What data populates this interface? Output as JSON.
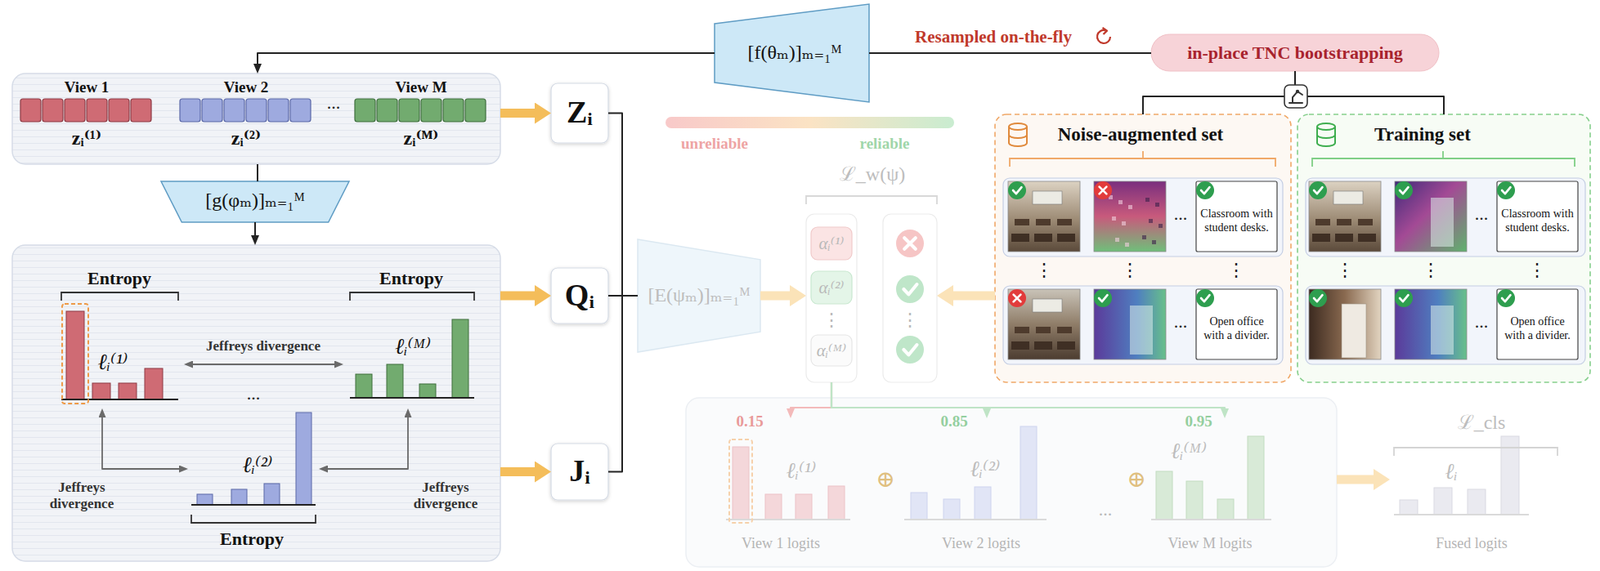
{
  "diagram": {
    "nodes": [
      {
        "text": [
          "..."
        ]
      },
      {
        "text": [
          "View 1",
          "zᵢ⁽¹⁾"
        ],
        "in": 0
      },
      {
        "text": [
          "View 2",
          "zᵢ⁽²⁾"
        ],
        "in": 0
      },
      {
        "text": [
          "View M",
          "zᵢ⁽ᴹ⁾"
        ],
        "in": 0
      },
      {
        "text": [
          "[f(θₘ)]ₘ₌₁ᴹ"
        ]
      },
      {
        "text": [
          "in-place TNC bootstrapping"
        ]
      },
      {
        "text": [
          "[g(φₘ)]ₘ₌₁ᴹ"
        ]
      },
      {
        "text": [
          "..."
        ]
      },
      {
        "text": [
          "Entropy",
          "ℓᵢ⁽¹⁾"
        ],
        "in": 7
      },
      {
        "text": [
          "ℓᵢ⁽²⁾",
          "Entropy"
        ],
        "in": 7
      },
      {
        "text": [
          "Entropy",
          "ℓᵢ⁽ᴹ⁾"
        ],
        "in": 7
      },
      {
        "text": [
          "Zᵢ"
        ]
      },
      {
        "text": [
          "Qᵢ"
        ]
      },
      {
        "text": [
          "Jᵢ"
        ]
      },
      {
        "text": [
          "[E(ψₘ)]ₘ₌₁ᴹ"
        ]
      },
      {
        "text": [
          "⋮"
        ]
      },
      {
        "text": [
          "αᵢ⁽¹⁾"
        ],
        "in": 15
      },
      {
        "text": [
          "αᵢ⁽²⁾"
        ],
        "in": 15
      },
      {
        "text": [
          "αᵢ⁽ᴹ⁾"
        ],
        "in": 15
      },
      {
        "text": [
          "⋮"
        ]
      },
      {
        "text": [
          "Noise-augmented set"
        ]
      },
      {
        "text": [
          "..."
        ],
        "in": 20
      },
      {
        "text": [
          "Classroom with student desks."
        ],
        "in": 21
      },
      {
        "text": [
          "..."
        ],
        "in": 20
      },
      {
        "text": [
          "Open office with a divider."
        ],
        "in": 23
      },
      {
        "text": [
          "Training set"
        ]
      },
      {
        "text": [
          "..."
        ],
        "in": 25
      },
      {
        "text": [
          "Classroom with student desks."
        ],
        "in": 26
      },
      {
        "text": [
          "..."
        ],
        "in": 25
      },
      {
        "text": [
          "Open office with a divider."
        ],
        "in": 28
      },
      {
        "text": [
          "..."
        ]
      },
      {
        "text": [
          "ℓᵢ⁽¹⁾",
          "View 1 logits"
        ],
        "in": 30
      },
      {
        "text": [
          "ℓᵢ⁽²⁾",
          "View 2 logits"
        ],
        "in": 30
      },
      {
        "text": [
          "ℓᵢ⁽ᴹ⁾",
          "View M logits"
        ],
        "in": 30
      },
      {
        "text": [
          "ℒ_cls",
          "ℓᵢ",
          "Fused logits"
        ]
      }
    ],
    "edges": [
      {
        "from": 0,
        "to": 11,
        "arrow": "to"
      },
      {
        "from": 7,
        "to": 12,
        "arrow": "to"
      },
      {
        "from": 7,
        "to": 13,
        "arrow": "to"
      },
      {
        "from": 11,
        "to": 14,
        "arrow": "none"
      },
      {
        "from": 12,
        "to": 14,
        "arrow": "none"
      },
      {
        "from": 13,
        "to": 14,
        "arrow": "none"
      },
      {
        "from": 5,
        "to": 4,
        "label": "Resampled on-the-fly",
        "arrow": "none"
      },
      {
        "from": 4,
        "to": 0,
        "arrow": "to"
      },
      {
        "from": 0,
        "to": 6,
        "arrow": "none"
      },
      {
        "from": 6,
        "to": 7,
        "arrow": "to"
      },
      {
        "from": 8,
        "to": 10,
        "label": "Jeffreys divergence",
        "arrow": "both"
      },
      {
        "from": 8,
        "to": 9,
        "label": "Jeffreys divergence",
        "arrow": "both"
      },
      {
        "from": 10,
        "to": 9,
        "label": "Jeffreys divergence",
        "arrow": "both"
      },
      {
        "from": 5,
        "to": 20,
        "arrow": "none"
      },
      {
        "from": 5,
        "to": 25,
        "arrow": "none"
      },
      {
        "from": 14,
        "to": 15,
        "arrow": "to"
      },
      {
        "from": 20,
        "to": 19,
        "arrow": "to"
      },
      {
        "from": 15,
        "to": 31,
        "label": "0.15",
        "arrow": "to"
      },
      {
        "from": 15,
        "to": 32,
        "label": "0.85",
        "arrow": "to"
      },
      {
        "from": 15,
        "to": 33,
        "label": "0.95",
        "arrow": "to"
      },
      {
        "from": 30,
        "to": 34,
        "arrow": "to"
      }
    ],
    "labels": [
      "unreliable",
      "reliable",
      "ℒ_w(ψ)",
      "⋮",
      "⋮",
      "⋮",
      "⋮",
      "⋮",
      "⋮",
      "⊕",
      "⊕"
    ]
  }
}
